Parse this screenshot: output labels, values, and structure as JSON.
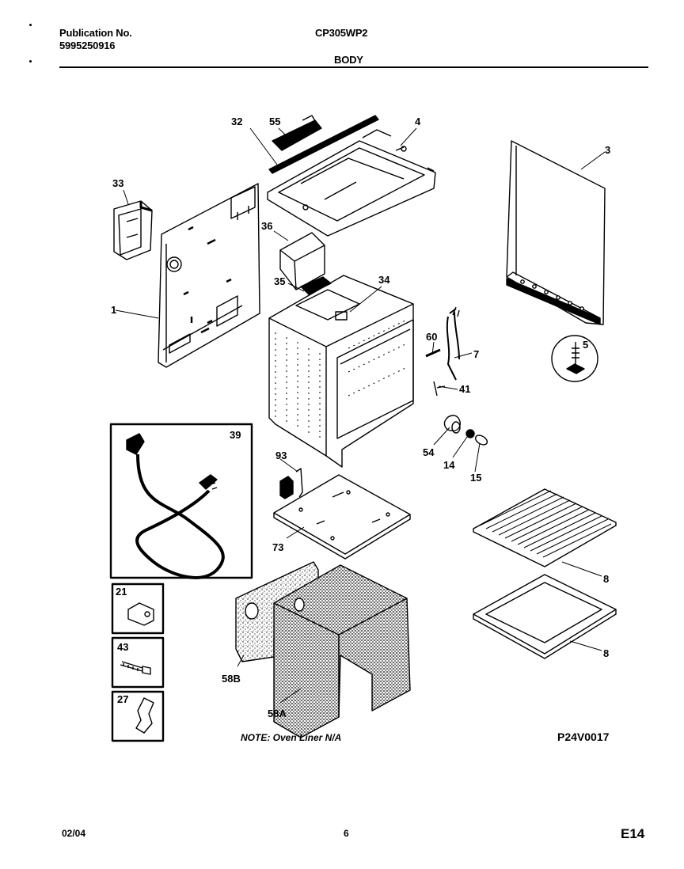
{
  "header": {
    "publication_label": "Publication No.",
    "publication_number": "5995250916",
    "model": "CP305WP2",
    "section": "BODY"
  },
  "callouts": {
    "c32": "32",
    "c55": "55",
    "c4": "4",
    "c3": "3",
    "c33": "33",
    "c36": "36",
    "c1": "1",
    "c35": "35",
    "c34": "34",
    "c60": "60",
    "c7": "7",
    "c5": "5",
    "c41": "41",
    "c39": "39",
    "c93": "93",
    "c54": "54",
    "c14": "14",
    "c15": "15",
    "c73": "73",
    "c8a": "8",
    "c8b": "8",
    "c21": "21",
    "c43": "43",
    "c27": "27",
    "c58b": "58B",
    "c58a": "58A"
  },
  "note": "NOTE: Oven Liner N/A",
  "diagram_code": "P24V0017",
  "footer": {
    "date": "02/04",
    "page": "6",
    "page_code": "E14"
  }
}
